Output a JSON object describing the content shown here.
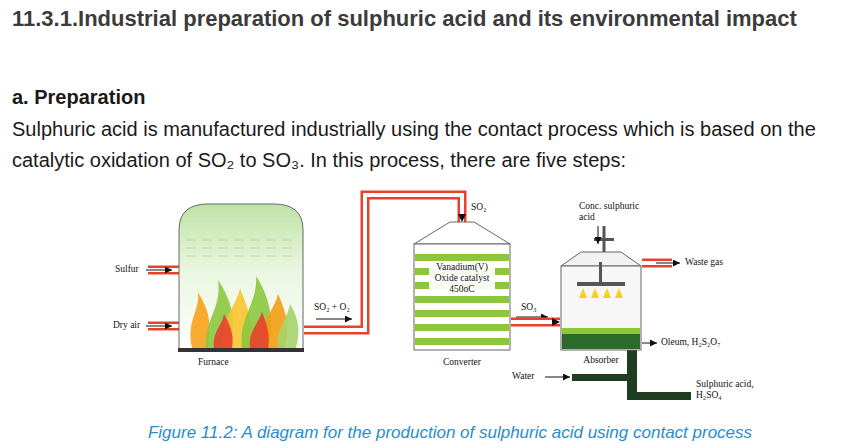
{
  "diagram": {
    "title": "11.3.1.Industrial preparation of sulphuric acid and its environmental impact",
    "caption": "Figure 11.2: A diagram for the production of sulphuric acid using contact process",
    "nodes": [
      {
        "text": [
          "Furnace"
        ]
      },
      {
        "text": [
          "Vanadium(V) Oxide catalyst 450oC",
          "Converter"
        ]
      },
      {
        "text": [
          "Absorber"
        ]
      }
    ],
    "edges": [
      {
        "from": 0,
        "to": 1,
        "label": "SO₂ + O₂",
        "arrow": "to"
      },
      {
        "from": 1,
        "to": 2,
        "label": "SO₃",
        "arrow": "to"
      }
    ],
    "labels": [
      "a. Preparation",
      "Sulphuric acid is manufactured industrially using the contact process which is based on the catalytic oxidation of SO₂ to SO₃. In this process, there are five steps:",
      "Sulfur",
      "Dry air",
      "SO₂",
      "Conc. sulphuric acid",
      "Waste gas",
      "Oleum, H₂S₂O₇",
      "Water",
      "Sulphuric acid, H₂SO₄"
    ]
  }
}
